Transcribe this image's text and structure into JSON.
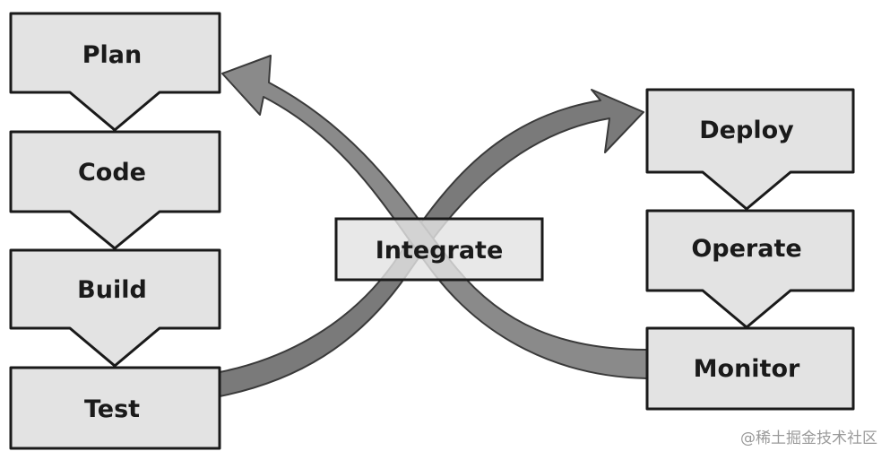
{
  "diagram": {
    "left_stages": [
      "Plan",
      "Code",
      "Build",
      "Test"
    ],
    "center_stage": "Integrate",
    "right_stages": [
      "Deploy",
      "Operate",
      "Monitor"
    ]
  },
  "watermark": "@稀土掘金技术社区",
  "colors": {
    "box_fill": "#e3e3e3",
    "box_stroke": "#1a1a1a",
    "arrow_fill": "#7a7a7a",
    "arrow_stroke": "#3a3a3a",
    "text": "#1a1a1a"
  }
}
